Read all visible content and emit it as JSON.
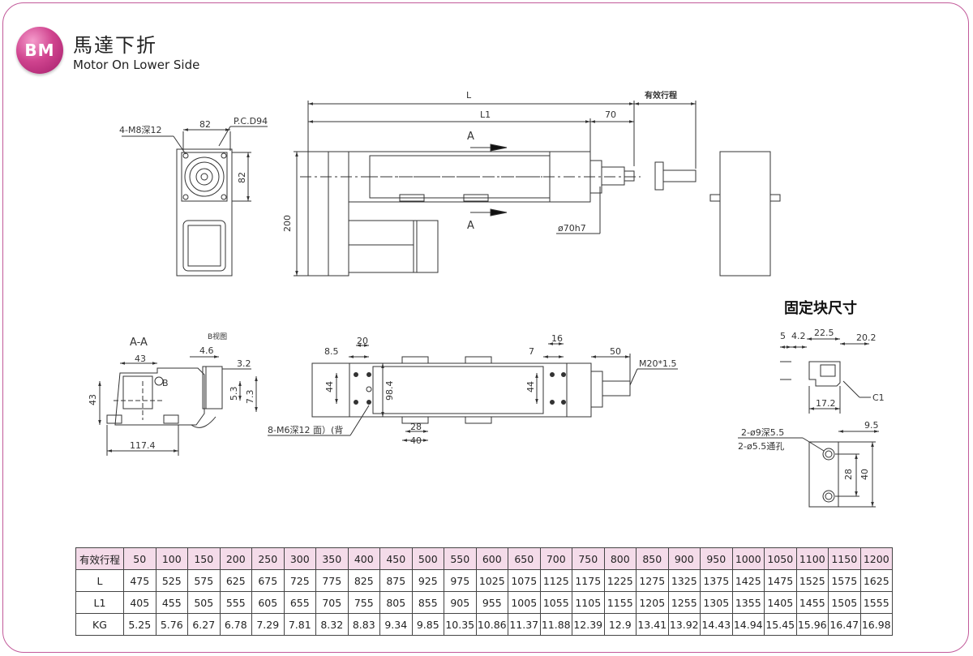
{
  "header": {
    "badge": "BM",
    "title_cn": "馬達下折",
    "title_en": "Motor On Lower Side"
  },
  "colors": {
    "accent": "#c25a9a",
    "table_header_bg": "#f4dbe9"
  },
  "drawing": {
    "side_view": {
      "dim_L": "L",
      "dim_L1": "L1",
      "dim_70": "70",
      "stroke_label": "有效行程",
      "section_mark": "A",
      "dim_200": "200",
      "dim_shaft": "ø70h7"
    },
    "end_view": {
      "dim_82_top": "82",
      "dim_82_side": "82",
      "thread_label": "4-M8深12",
      "pcd_label": "P.C.D94"
    },
    "section_view": {
      "title": "A-A",
      "dim_43_top": "43",
      "dim_43_side": "43",
      "dim_117_4": "117.4",
      "b_view_label": "B视图",
      "dim_4_6": "4.6",
      "dim_3_2": "3.2",
      "dim_5_3": "5.3",
      "dim_7_3": "7.3",
      "b_mark": "B"
    },
    "top_view": {
      "dim_8_5": "8.5",
      "dim_20": "20",
      "dim_7": "7",
      "dim_16": "16",
      "dim_50": "50",
      "thread_m20": "M20*1.5",
      "dim_44_left": "44",
      "dim_98_4": "98.4",
      "dim_44_right": "44",
      "dim_28": "28",
      "dim_40": "40",
      "thread_m6": "8-M6深12  面）(背"
    },
    "fixing_block": {
      "title": "固定块尺寸",
      "dim_5": "5",
      "dim_4_2": "4.2",
      "dim_22_5": "22.5",
      "dim_20_2": "20.2",
      "dim_17_2": "17.2",
      "chamfer": "C1",
      "hole_1": "2-ø9深5.5",
      "hole_2": "2-ø5.5通孔",
      "dim_9_5": "9.5",
      "dim_28": "28",
      "dim_40": "40"
    }
  },
  "spec_table": {
    "header_label": "有效行程",
    "strokes": [
      "50",
      "100",
      "150",
      "200",
      "250",
      "300",
      "350",
      "400",
      "450",
      "500",
      "550",
      "600",
      "650",
      "700",
      "750",
      "800",
      "850",
      "900",
      "950",
      "1000",
      "1050",
      "1100",
      "1150",
      "1200"
    ],
    "rows": [
      {
        "label": "L",
        "values": [
          "475",
          "525",
          "575",
          "625",
          "675",
          "725",
          "775",
          "825",
          "875",
          "925",
          "975",
          "1025",
          "1075",
          "1125",
          "1175",
          "1225",
          "1275",
          "1325",
          "1375",
          "1425",
          "1475",
          "1525",
          "1575",
          "1625"
        ]
      },
      {
        "label": "L1",
        "values": [
          "405",
          "455",
          "505",
          "555",
          "605",
          "655",
          "705",
          "755",
          "805",
          "855",
          "905",
          "955",
          "1005",
          "1055",
          "1105",
          "1155",
          "1205",
          "1255",
          "1305",
          "1355",
          "1405",
          "1455",
          "1505",
          "1555"
        ]
      },
      {
        "label": "KG",
        "values": [
          "5.25",
          "5.76",
          "6.27",
          "6.78",
          "7.29",
          "7.81",
          "8.32",
          "8.83",
          "9.34",
          "9.85",
          "10.35",
          "10.86",
          "11.37",
          "11.88",
          "12.39",
          "12.9",
          "13.41",
          "13.92",
          "14.43",
          "14.94",
          "15.45",
          "15.96",
          "16.47",
          "16.98"
        ]
      }
    ]
  }
}
